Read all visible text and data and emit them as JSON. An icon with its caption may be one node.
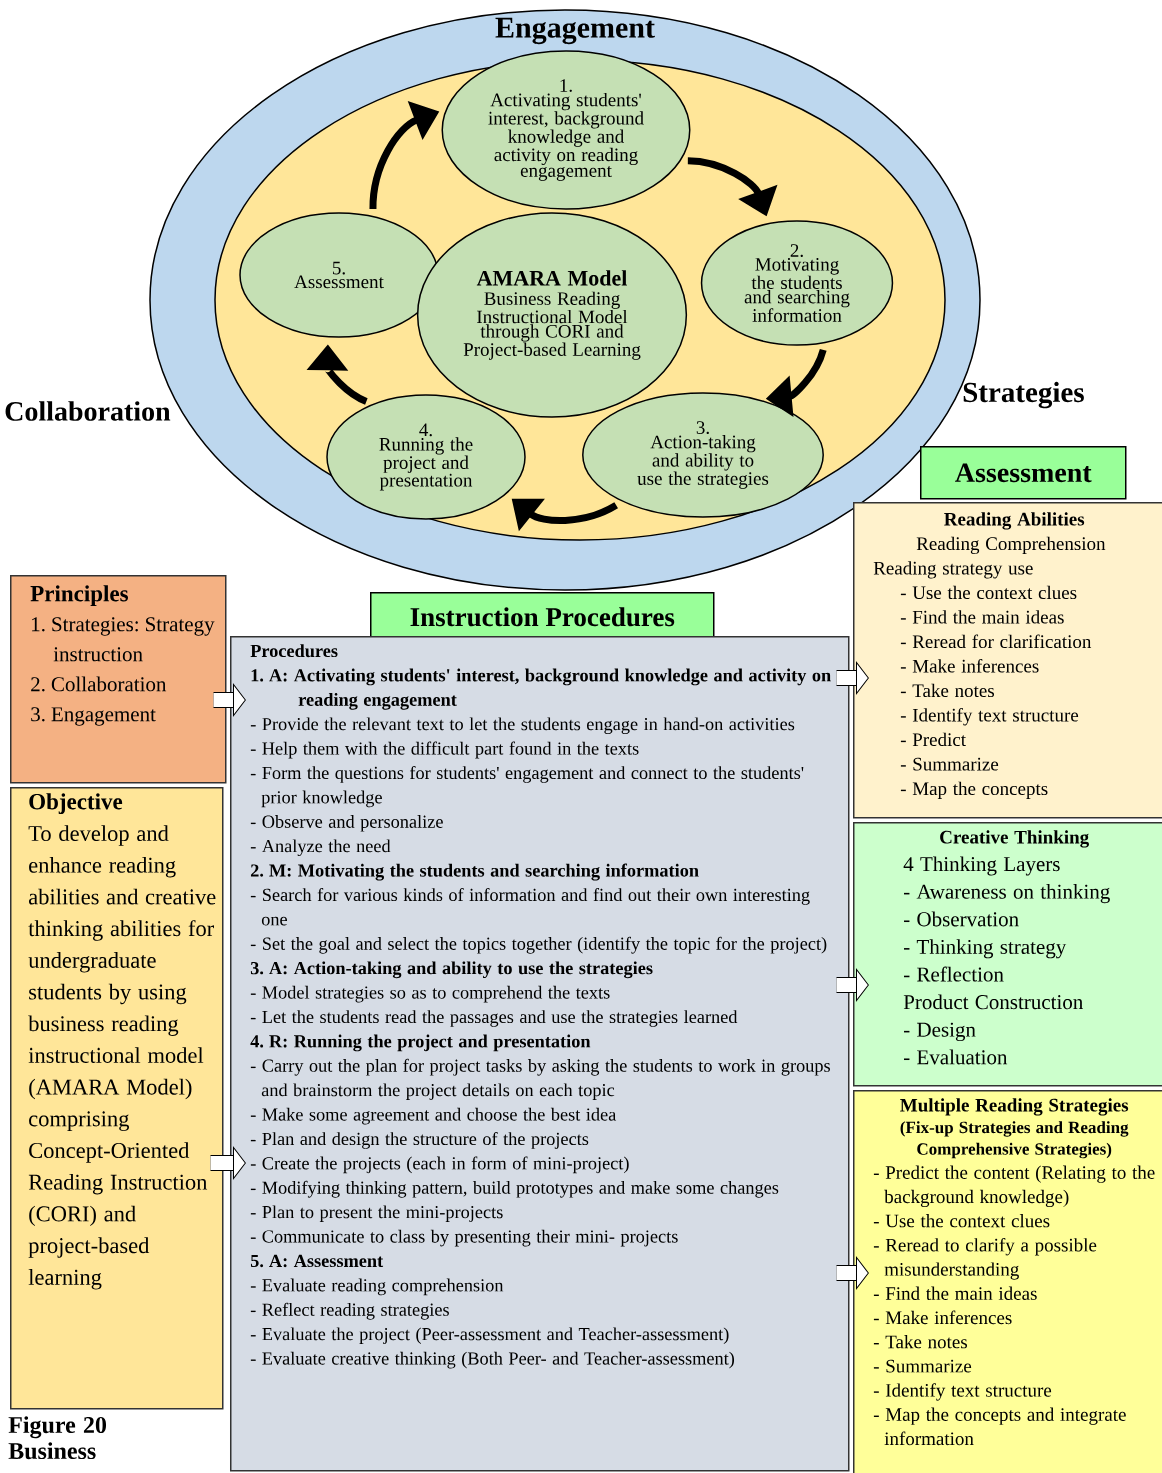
{
  "diagram": {
    "caption": "Figure 20 Business",
    "nodes": [
      {
        "text": [],
        "shape": "ellipse"
      },
      {
        "text": [],
        "shape": "ellipse",
        "in": 0
      },
      {
        "text": [
          "1.",
          "Activating students' interest, background knowledge and activity on reading engagement"
        ],
        "in": 1
      },
      {
        "text": [
          "2.",
          "Motivating the students and searching information"
        ],
        "in": 1
      },
      {
        "text": [
          "3.",
          "Action-taking and ability to use the strategies"
        ],
        "in": 1
      },
      {
        "text": [
          "4.",
          "Running the project and presentation"
        ],
        "in": 1
      },
      {
        "text": [
          "5.",
          "Assessment"
        ],
        "in": 1
      },
      {
        "text": [
          "AMARA Model",
          "Business Reading Instructional Model through CORI and Project-based Learning"
        ],
        "in": 1
      },
      {
        "text": [
          "Principles",
          "1. Strategies: Strategy instruction",
          "2. Collaboration",
          "3. Engagement"
        ]
      },
      {
        "text": [
          "Objective",
          "To develop and enhance reading abilities and creative thinking abilities for undergraduate students by using business reading instructional model (AMARA Model) comprising Concept-Oriented Reading Instruction (CORI) and project-based learning"
        ]
      },
      {
        "text": [
          "Instruction Procedures"
        ]
      },
      {
        "text": [
          "Procedures",
          "1. A: Activating students' interest, background knowledge and activity on reading engagement",
          "- Provide the relevant text to let the students engage in hand-on activities",
          "- Help them with the difficult part found in the texts",
          "- Form the questions for students' engagement and connect to the students' prior knowledge",
          "- Observe and personalize",
          "- Analyze the need",
          "2. M: Motivating the students and searching information",
          "- Search for various kinds of information and find out their own interesting one",
          "- Set the goal and select the topics together (identify the topic for the project)",
          "3. A: Action-taking and ability to use the strategies",
          "- Model strategies so as to comprehend the texts",
          "- Let the students read the passages and use the strategies learned",
          "4. R: Running the project and presentation",
          "- Carry out the plan for project tasks by asking the students to work in groups and brainstorm the project details on each topic",
          "- Make some agreement and choose the best idea",
          "- Plan and design the structure of the projects",
          "- Create the projects (each in form of mini-project)",
          "- Modifying thinking pattern, build prototypes and make some changes",
          "- Plan to present the mini-projects",
          "- Communicate to class by presenting their mini- projects",
          "5. A: Assessment",
          "- Evaluate reading comprehension",
          "- Reflect reading strategies",
          "- Evaluate the project (Peer-assessment and Teacher-assessment)",
          "- Evaluate creative thinking (Both Peer- and Teacher-assessment)"
        ]
      },
      {
        "text": [
          "Assessment"
        ]
      },
      {
        "text": [
          "Reading Abilities",
          "Reading Comprehension",
          "Reading strategy use",
          "- Use the context clues",
          "- Find the main ideas",
          "- Reread for clarification",
          "- Make inferences",
          "- Take notes",
          "- Identify text structure",
          "- Predict",
          "- Summarize",
          "- Map the concepts"
        ]
      },
      {
        "text": [
          "Creative Thinking",
          "4 Thinking Layers",
          "- Awareness on thinking",
          "- Observation",
          "- Thinking strategy",
          "- Reflection",
          "Product Construction",
          "- Design",
          "- Evaluation"
        ]
      },
      {
        "text": [
          "Multiple Reading Strategies",
          "(Fix-up Strategies and Reading Comprehensive Strategies)",
          "- Predict the content (Relating to the background knowledge)",
          "- Use the context clues",
          "- Reread to clarify a possible misunderstanding",
          "- Find the main ideas",
          "- Make inferences",
          "- Take notes",
          "- Summarize",
          "- Identify text structure",
          "- Map the concepts and integrate information"
        ]
      }
    ],
    "edges": [
      {
        "from": 2,
        "to": 3,
        "arrow": "to"
      },
      {
        "from": 3,
        "to": 4,
        "arrow": "to"
      },
      {
        "from": 4,
        "to": 5,
        "arrow": "to"
      },
      {
        "from": 5,
        "to": 6,
        "arrow": "to"
      },
      {
        "from": 6,
        "to": 2,
        "arrow": "to"
      },
      {
        "from": 8,
        "to": 11,
        "arrow": "to",
        "style": "thick"
      },
      {
        "from": 9,
        "to": 11,
        "arrow": "to",
        "style": "thick"
      },
      {
        "from": 11,
        "to": 13,
        "arrow": "to",
        "style": "thick"
      },
      {
        "from": 11,
        "to": 14,
        "arrow": "to",
        "style": "thick"
      },
      {
        "from": 11,
        "to": 15,
        "arrow": "to",
        "style": "thick"
      }
    ],
    "labels": [
      "Engagement",
      "Collaboration",
      "Strategies"
    ]
  }
}
